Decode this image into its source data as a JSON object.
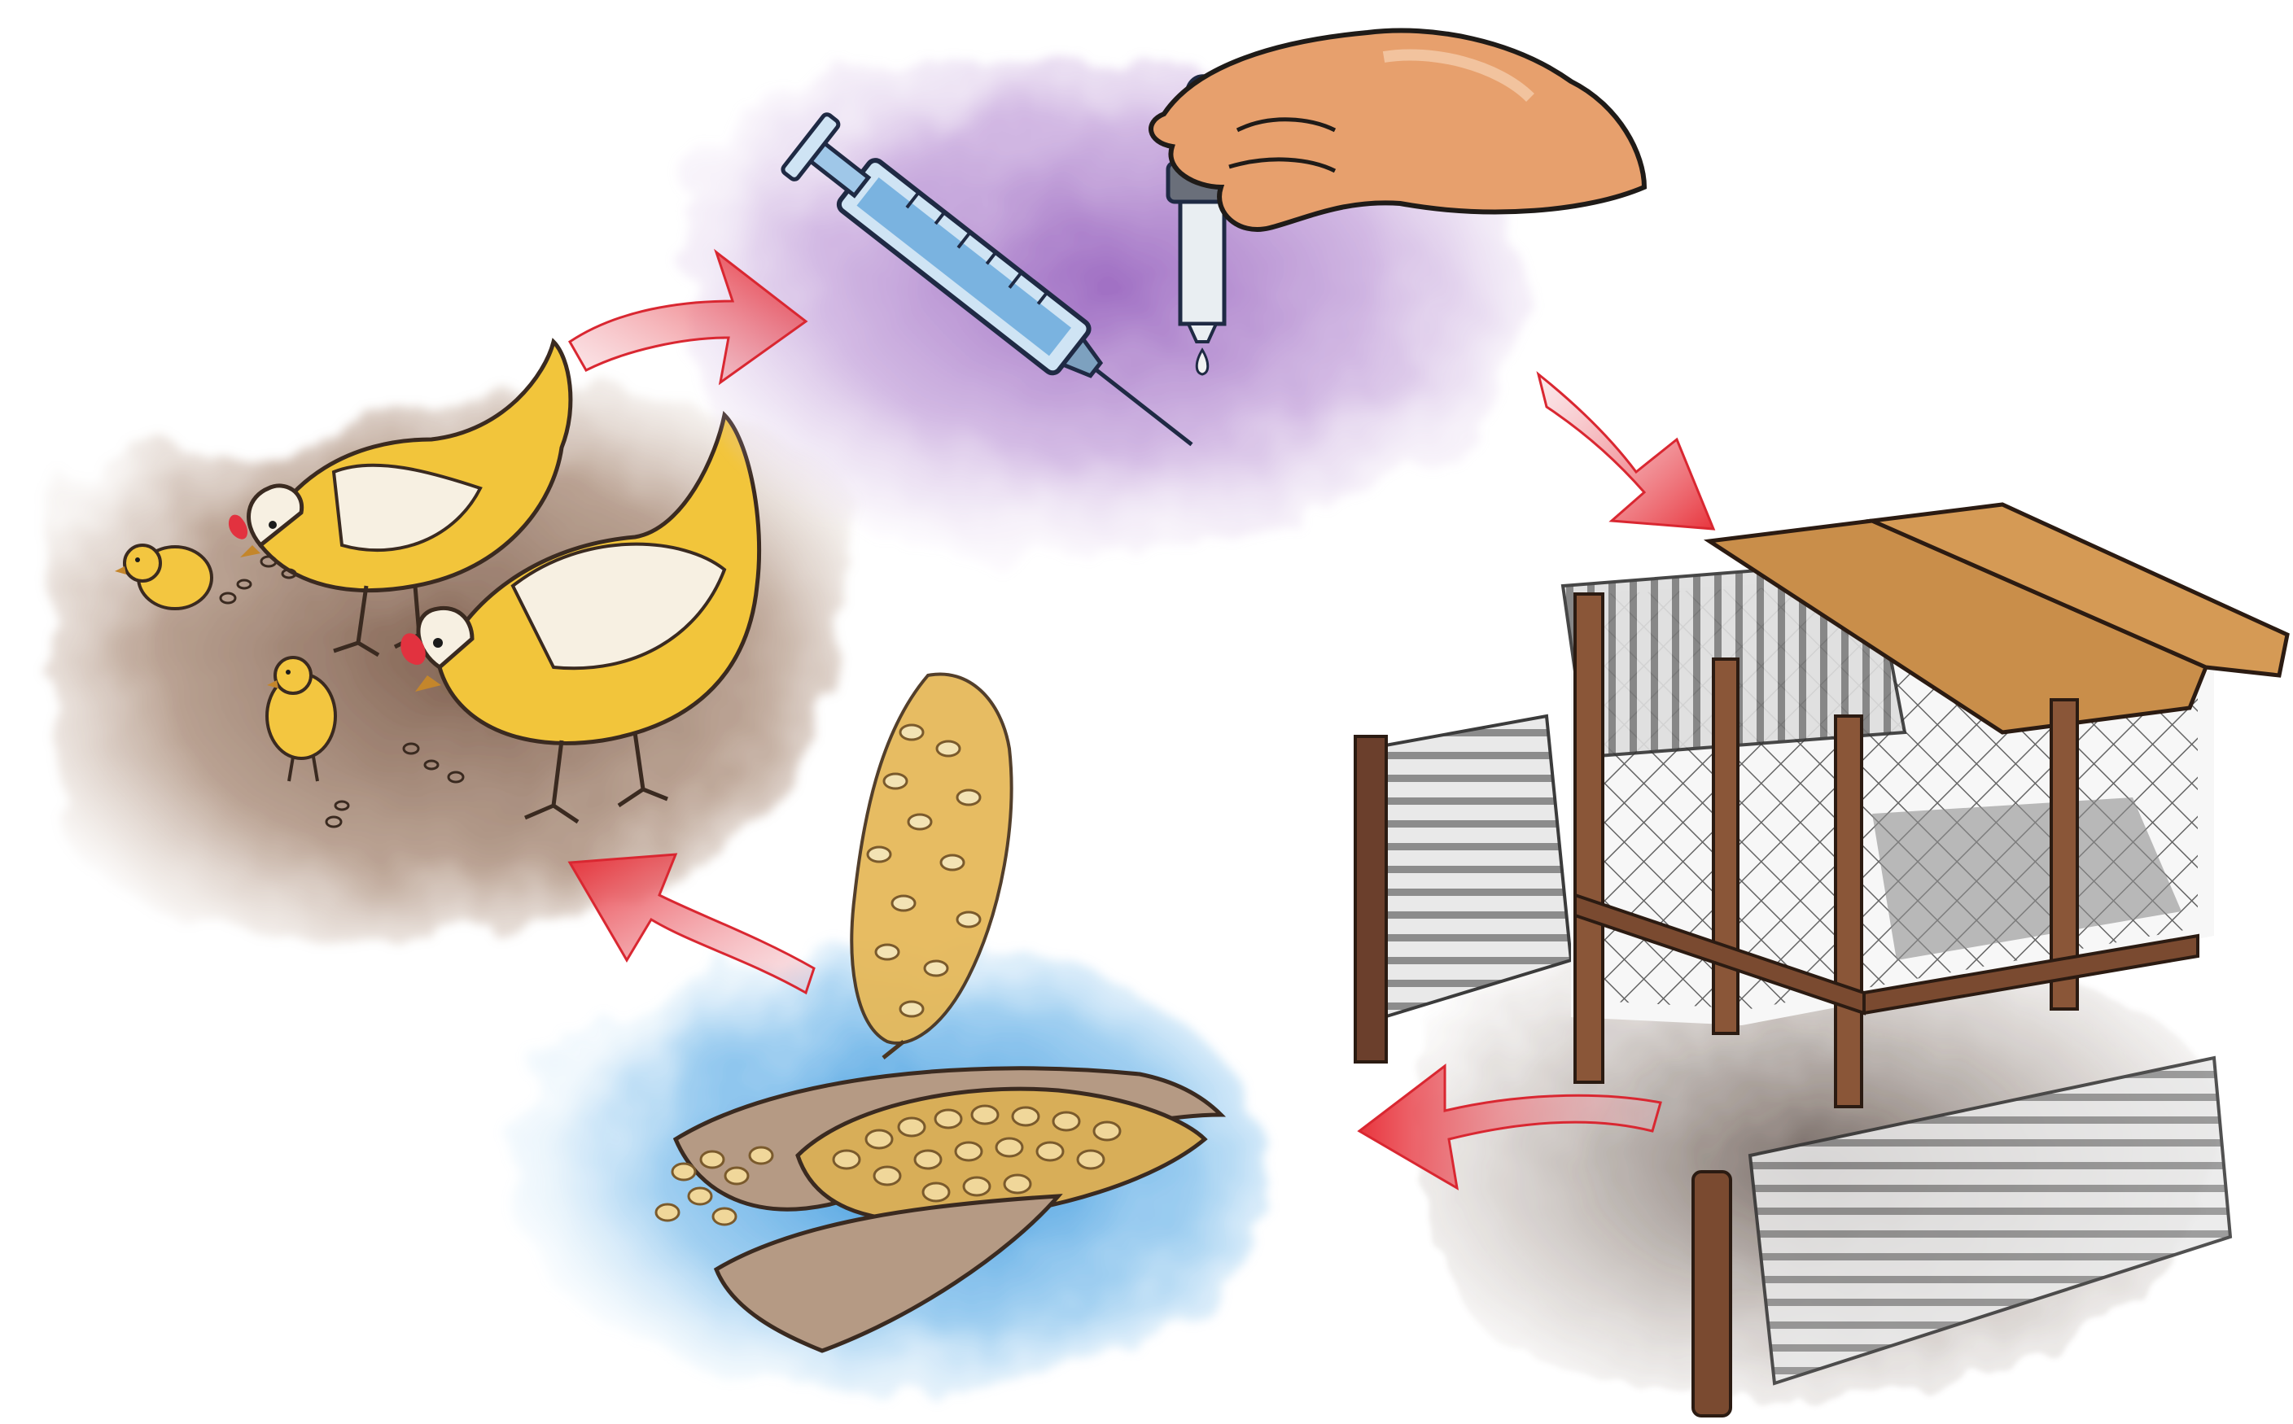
{
  "diagram": {
    "type": "cycle",
    "stages": [
      {
        "id": "chickens",
        "icon": "chickens-feeding-icon",
        "wash_color": "#8a6650"
      },
      {
        "id": "vaccination",
        "icon": "syringe-and-dropper-icon",
        "wash_color": "#a77fc4"
      },
      {
        "id": "housing",
        "icon": "chicken-coop-icon",
        "wash_color": "#6f5a4c"
      },
      {
        "id": "feed",
        "icon": "grain-and-maize-icon",
        "wash_color": "#3d9ad8"
      }
    ],
    "arrow_color": "#e8353d",
    "arrow_fade": "#f3b7bf"
  }
}
